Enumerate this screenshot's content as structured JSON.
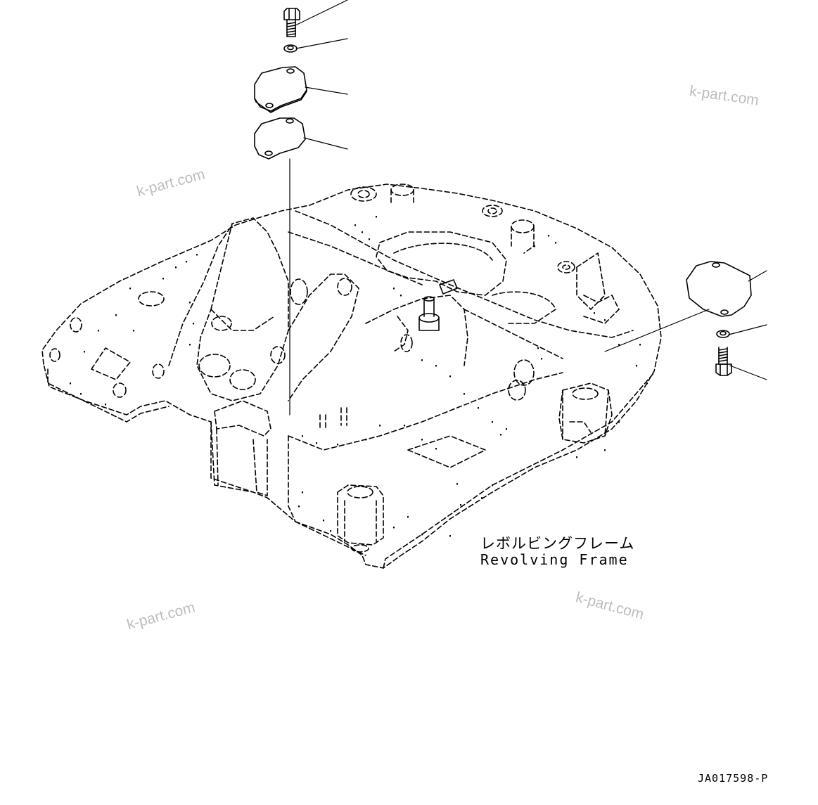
{
  "diagram": {
    "label_jp": "レボルビングフレーム",
    "label_en": "Revolving Frame",
    "figure_id": "JA017598-P",
    "watermarks": [
      "k-part.com",
      "k-part.com",
      "k-part.com",
      "k-part.com"
    ]
  },
  "colors": {
    "line": "#000000",
    "background": "#ffffff",
    "watermark": "#bdbdbd"
  }
}
